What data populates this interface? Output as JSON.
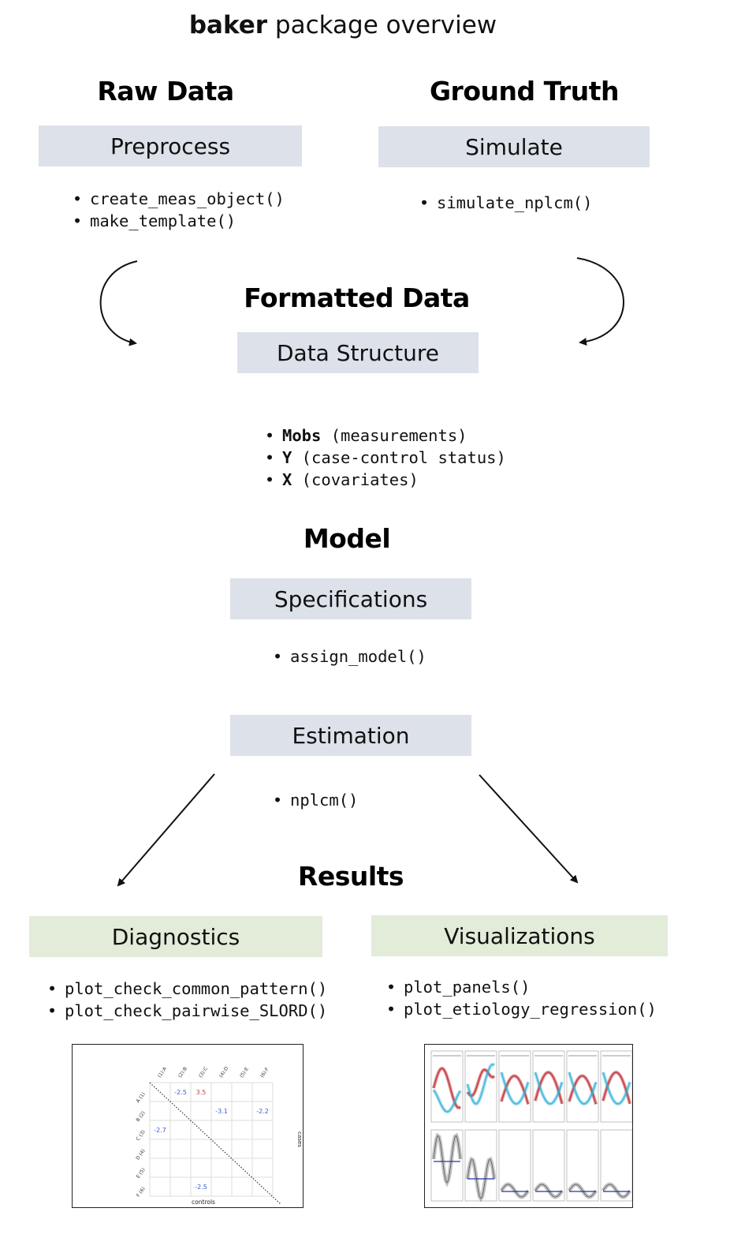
{
  "title": {
    "bold": "baker",
    "rest": " package overview"
  },
  "sections": {
    "raw_data": "Raw Data",
    "ground_truth": "Ground Truth",
    "formatted_data": "Formatted Data",
    "model": "Model",
    "results": "Results"
  },
  "boxes": {
    "preprocess": "Preprocess",
    "simulate": "Simulate",
    "data_structure": "Data Structure",
    "specifications": "Specifications",
    "estimation": "Estimation",
    "diagnostics": "Diagnostics",
    "visualizations": "Visualizations"
  },
  "functions": {
    "preprocess": [
      "create_meas_object()",
      "make_template()"
    ],
    "simulate": [
      "simulate_nplcm()"
    ],
    "data_structure": [
      {
        "bold": "Mobs",
        "rest": " (measurements)"
      },
      {
        "bold": "Y",
        "rest": " (case-control status)"
      },
      {
        "bold": "X",
        "rest": " (covariates)"
      }
    ],
    "specifications": [
      "assign_model()"
    ],
    "estimation": [
      "nplcm()"
    ],
    "diagnostics": [
      "plot_check_common_pattern()",
      "plot_check_pairwise_SLORD()"
    ],
    "visualizations": [
      "plot_panels()",
      "plot_etiology_regression()"
    ]
  },
  "diagnostic_thumbnail": {
    "col_labels": [
      "(1):A",
      "(2):B",
      "(3):C",
      "(4):D",
      "(5):E",
      "(6):F"
    ],
    "row_labels": [
      "A (1)",
      "B (2)",
      "C (3)",
      "D (4)",
      "E (5)",
      "F (6)"
    ],
    "xlabel": "controls",
    "ylabel": "cases",
    "cells": [
      {
        "row": 0,
        "col": 1,
        "text": "-2.5",
        "color": "#3b5bd6"
      },
      {
        "row": 0,
        "col": 2,
        "text": "3.5",
        "color": "#d63b3b"
      },
      {
        "row": 1,
        "col": 3,
        "text": "-3.1",
        "color": "#3b5bd6"
      },
      {
        "row": 1,
        "col": 5,
        "text": "-2.2",
        "color": "#3b5bd6"
      },
      {
        "row": 2,
        "col": 0,
        "text": "-2.7",
        "color": "#3b5bd6"
      },
      {
        "row": 5,
        "col": 2,
        "text": "-2.5",
        "color": "#3b5bd6"
      }
    ]
  },
  "colors": {
    "box_gray": "#dde1e9",
    "box_green": "#e2ecd9",
    "thumb_red": "#c0282d",
    "thumb_cyan": "#2ab0d8",
    "thumb_blue": "#2233aa"
  }
}
